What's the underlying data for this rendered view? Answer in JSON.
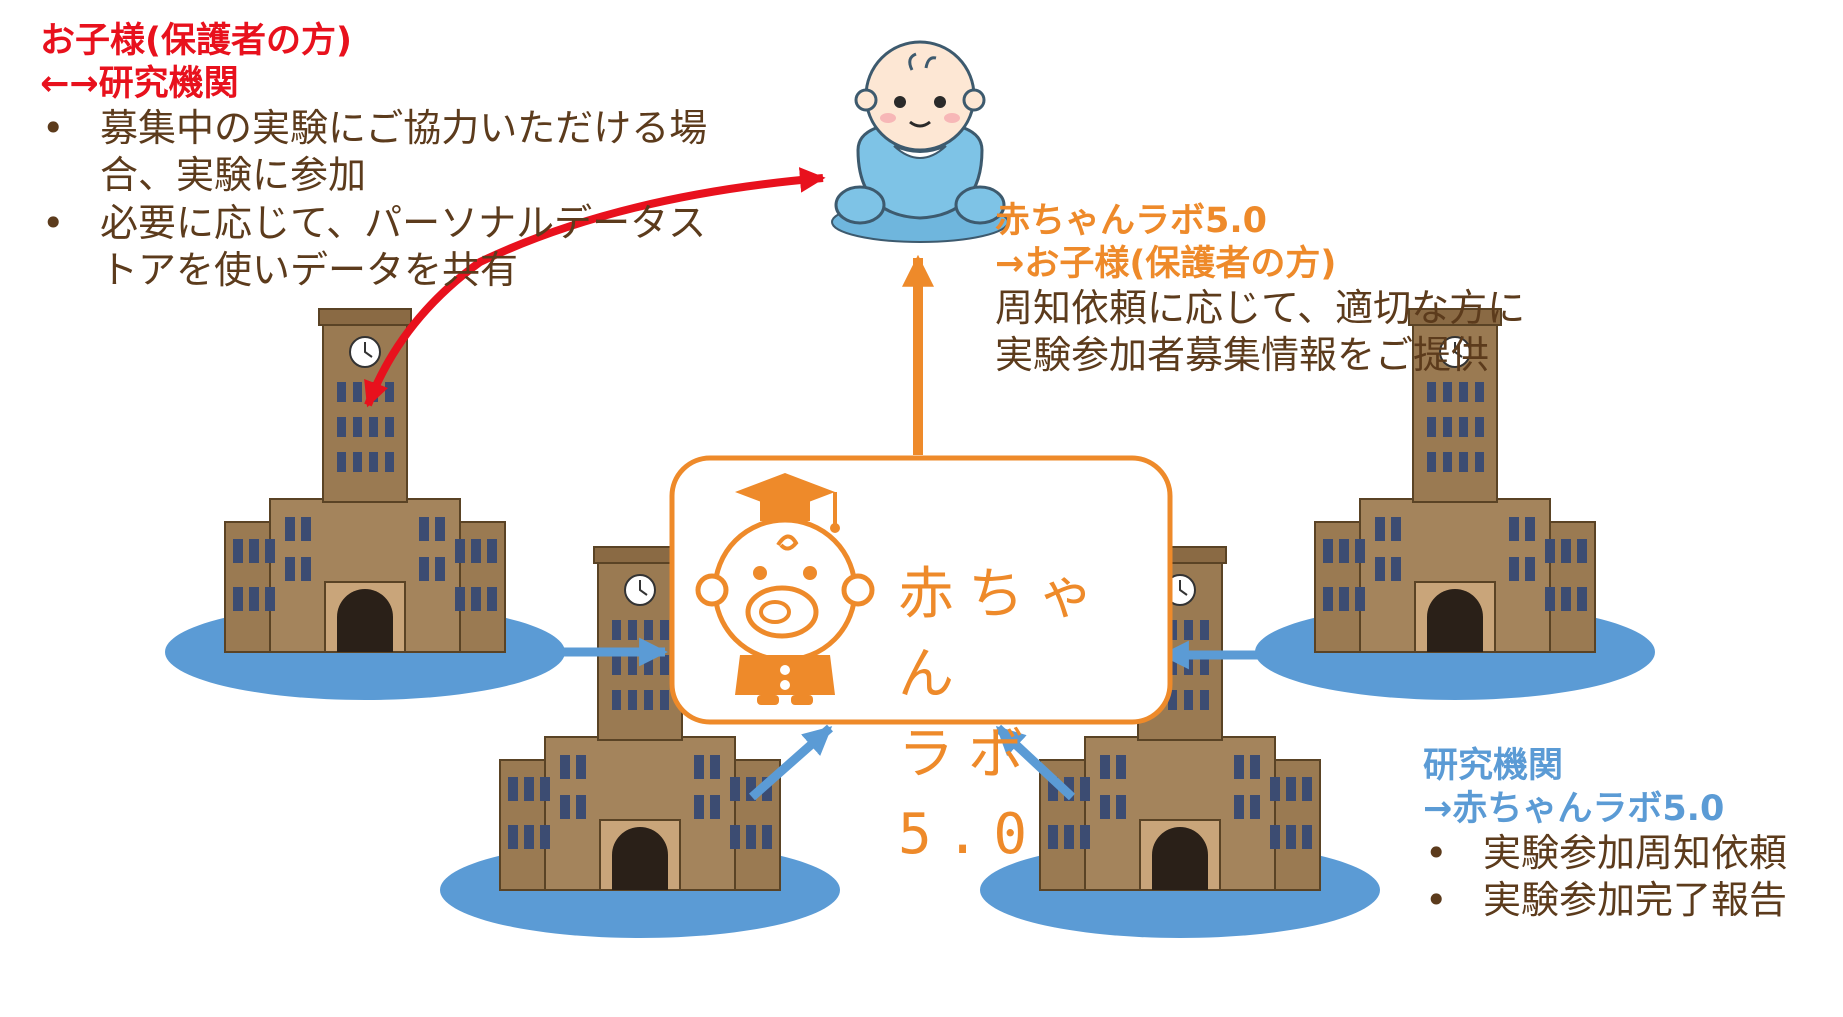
{
  "family_block": {
    "title_line1": "お子様(保護者の方)",
    "title_line2": "←→研究機関",
    "bullets": [
      "募集中の実験にご協力いただける場合、実験に参加",
      "必要に応じて、パーソナルデータストアを使いデータを共有"
    ]
  },
  "lab_block": {
    "title_line1": "赤ちゃんラボ5.0",
    "title_line2": "→お子様(保護者の方)",
    "body_line1": "周知依頼に応じて、適切な方に",
    "body_line2": "実験参加者募集情報をご提供"
  },
  "institution_block": {
    "title_line1": "研究機関",
    "title_line2": "→赤ちゃんラボ5.0",
    "bullets": [
      "実験参加周知依頼",
      "実験参加完了報告"
    ]
  },
  "logo": {
    "line1": "赤ちゃん",
    "line2": "ラボ5.0"
  },
  "colors": {
    "family": "#e8111d",
    "lab": "#ee8a2a",
    "institution": "#5b9bd5",
    "body_text": "#5c3b1c",
    "building": "#9a7a52",
    "water": "#5b9bd5",
    "baby_clothes": "#7ec3e6"
  },
  "icons": [
    "baby-icon",
    "mascot-icon",
    "university-building-icon"
  ]
}
